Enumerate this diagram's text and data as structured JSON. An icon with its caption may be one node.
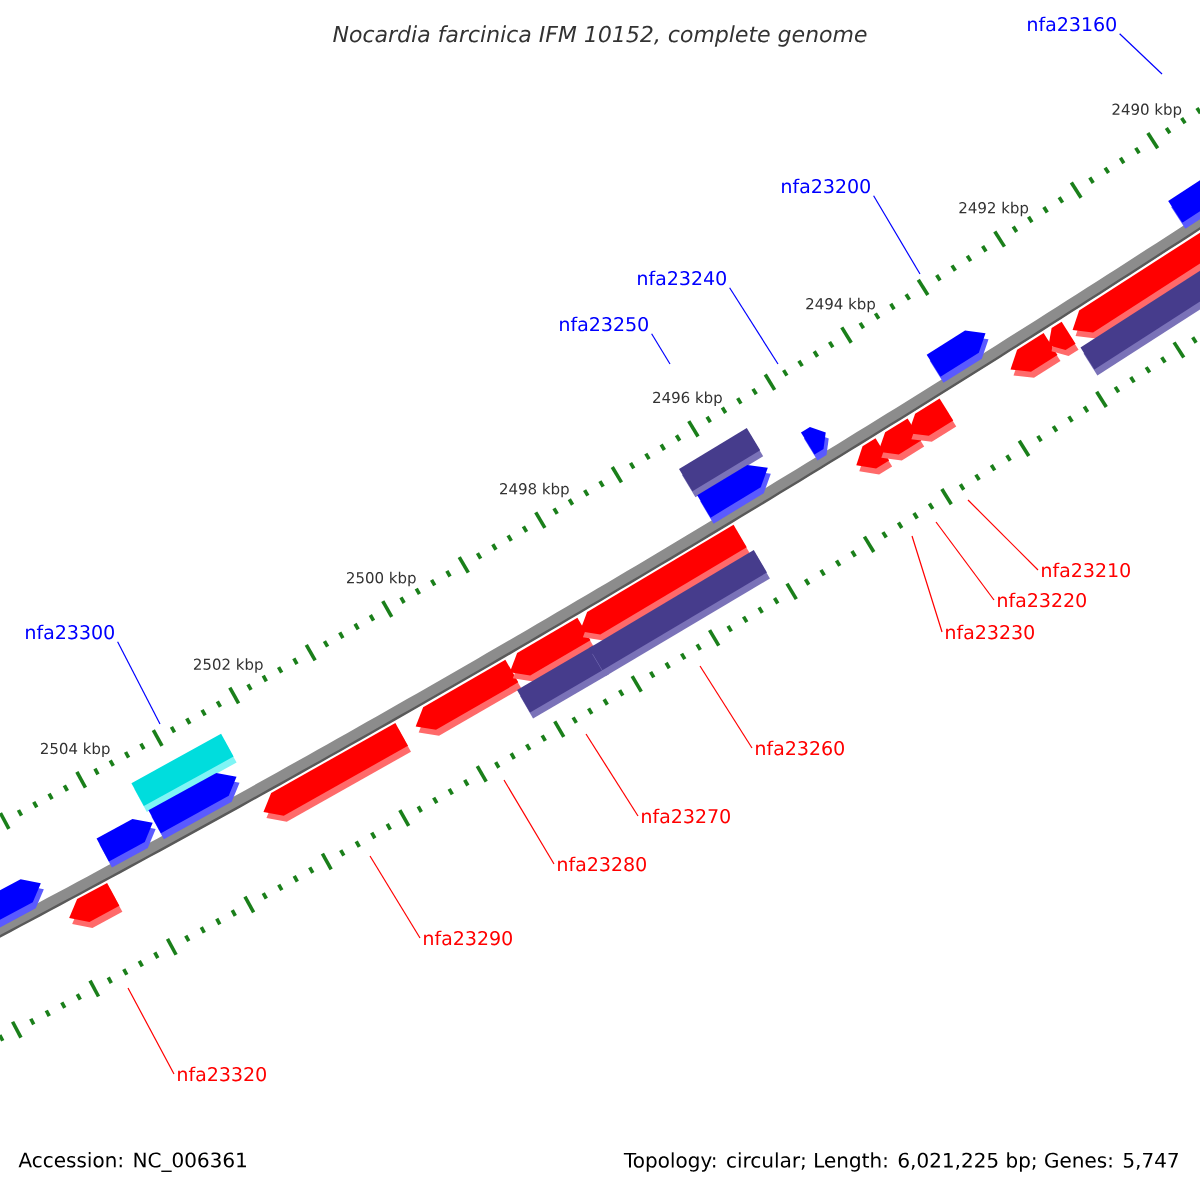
{
  "diagram": {
    "title": "Nocardia farcinica IFM 10152, complete genome",
    "nodes": [
      {
        "text": [
          "nfa23160"
        ]
      },
      {
        "text": [
          "nfa23200"
        ]
      },
      {
        "text": [
          "nfa23240"
        ]
      },
      {
        "text": [
          "nfa23250"
        ]
      },
      {
        "text": [
          "nfa23210"
        ]
      },
      {
        "text": [
          "nfa23220"
        ]
      },
      {
        "text": [
          "nfa23300"
        ]
      },
      {
        "text": [
          "nfa23230"
        ]
      },
      {
        "text": [
          "nfa23260"
        ]
      },
      {
        "text": [
          "nfa23270"
        ]
      },
      {
        "text": [
          "nfa23280"
        ]
      },
      {
        "text": [
          "nfa23290"
        ]
      },
      {
        "text": [
          "nfa23320"
        ]
      }
    ],
    "edges": [
      {
        "from": 0,
        "to": null,
        "arrow": "none",
        "color": "#0000ff"
      },
      {
        "from": 1,
        "to": null,
        "arrow": "none",
        "color": "#0000ff"
      },
      {
        "from": 2,
        "to": null,
        "arrow": "none",
        "color": "#0000ff"
      },
      {
        "from": 3,
        "to": null,
        "arrow": "none",
        "color": "#0000ff"
      },
      {
        "from": 4,
        "to": null,
        "arrow": "none"
      },
      {
        "from": 5,
        "to": null,
        "arrow": "none"
      },
      {
        "from": 6,
        "to": null,
        "arrow": "none",
        "color": "#0000ff"
      },
      {
        "from": 7,
        "to": null,
        "arrow": "none"
      },
      {
        "from": 8,
        "to": null,
        "arrow": "none"
      },
      {
        "from": 9,
        "to": null,
        "arrow": "none"
      },
      {
        "from": 10,
        "to": null,
        "arrow": "none"
      },
      {
        "from": 11,
        "to": null,
        "arrow": "none"
      },
      {
        "from": 12,
        "to": null,
        "arrow": "none"
      }
    ],
    "labels": [
      "2490 kbp",
      "2492 kbp",
      "2494 kbp",
      "2496 kbp",
      "2498 kbp",
      "2500 kbp",
      "2502 kbp",
      "2504 kbp",
      "Accession: NC_006361",
      "Topology: circular; Length: 6,021,225 bp; Genes: 5,747"
    ]
  }
}
